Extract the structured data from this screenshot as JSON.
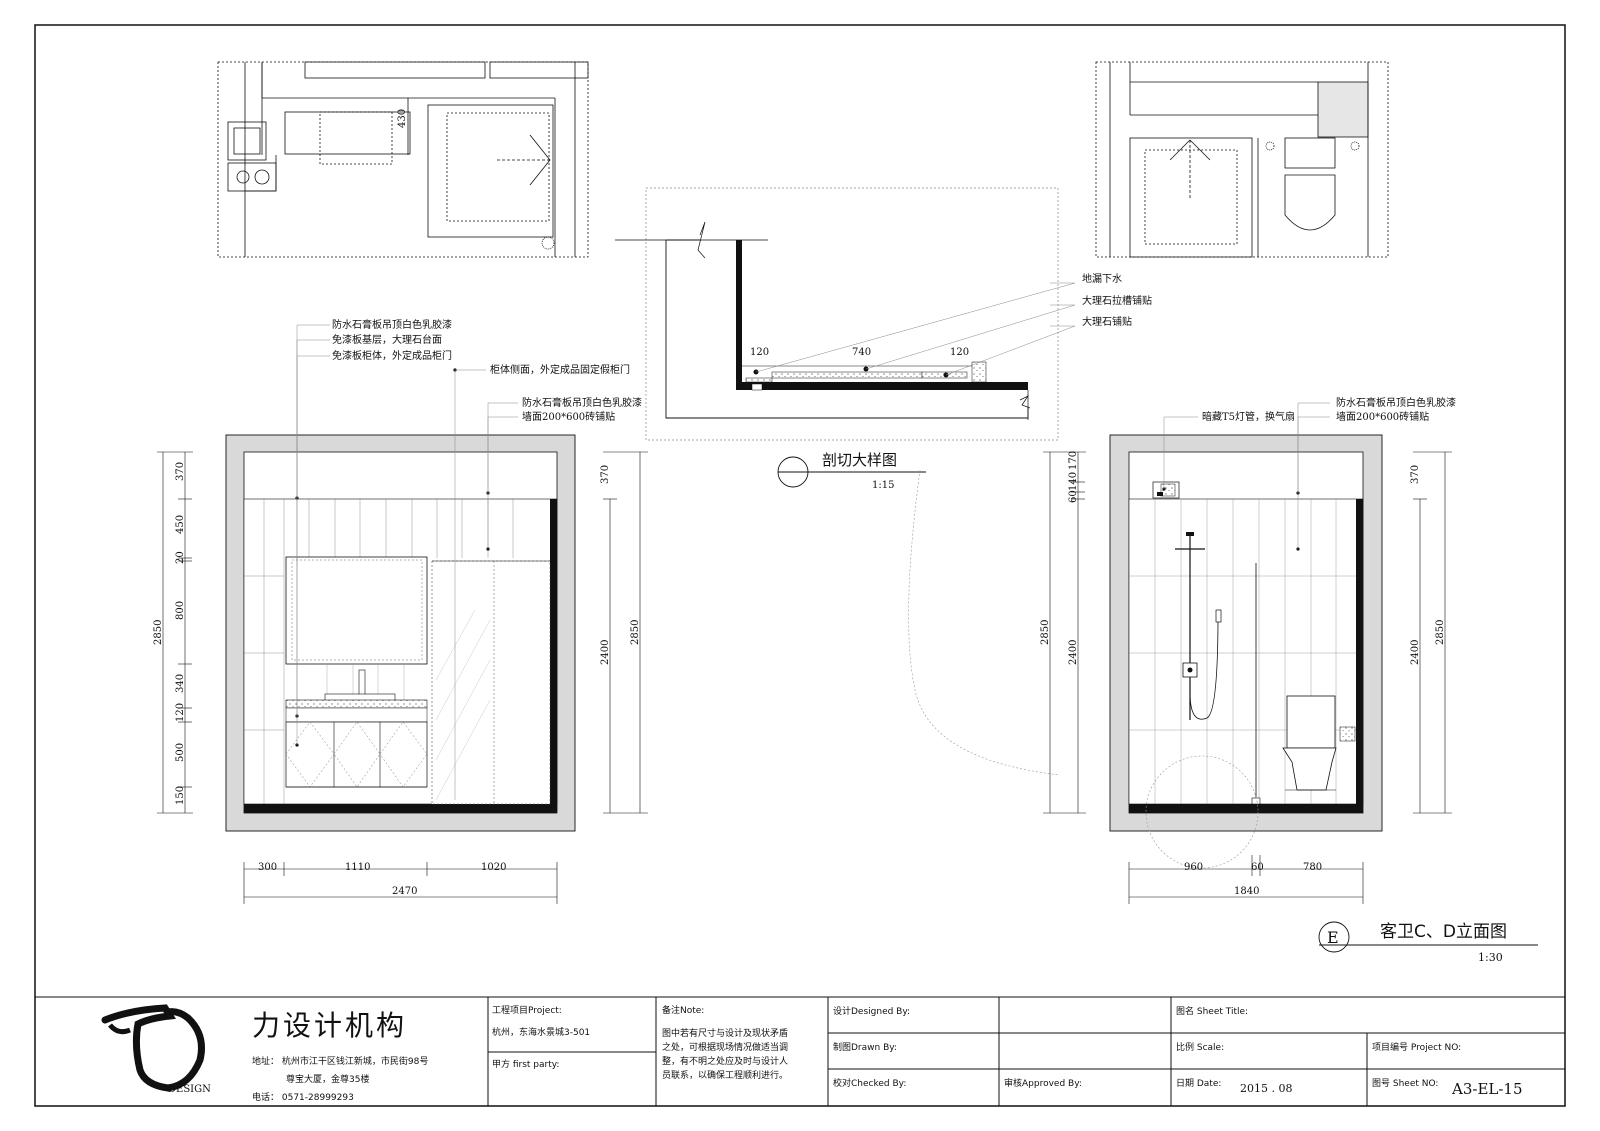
{
  "drawing": {
    "section_detail": {
      "title": "剖切大样图",
      "scale": "1:15",
      "labels": [
        "地漏下水",
        "大理石拉槽铺贴",
        "大理石铺贴"
      ],
      "dims": [
        "120",
        "740",
        "120"
      ]
    },
    "elevation_c": {
      "notes": [
        "防水石膏板吊顶白色乳胶漆",
        "免漆板基层，大理石台面",
        "免漆板柜体，外定成品柜门",
        "柜体侧面，外定成品固定假柜门",
        "防水石膏板吊顶白色乳胶漆",
        "墙面200*600砖铺贴"
      ],
      "dims_left": [
        "370",
        "450",
        "20",
        "800",
        "340",
        "120",
        "500",
        "150"
      ],
      "dim_left_total": "2850",
      "dim_right_inner": "2400",
      "dim_right_total": "2850",
      "dim_top_right": "370",
      "dims_bottom": [
        "300",
        "1110",
        "1020"
      ],
      "dim_bottom_total": "2470",
      "plan_dim": "430"
    },
    "elevation_d": {
      "notes": [
        "防水石膏板吊顶白色乳胶漆",
        "暗藏T5灯管，换气扇",
        "墙面200*600砖铺贴"
      ],
      "dims_left": [
        "170",
        "140",
        "60"
      ],
      "dim_left_total": "2850",
      "dim_left_inner": "2400",
      "dim_right_inner": "2400",
      "dim_right_total": "2850",
      "dim_top_right": "370",
      "dims_bottom": [
        "960",
        "60",
        "780"
      ],
      "dim_bottom_total": "1840"
    },
    "sheet_label": {
      "letter": "E",
      "title": "客卫C、D立面图",
      "scale": "1:30"
    }
  },
  "title_block": {
    "company": "力设计机构",
    "logo_sub": "DESIGN",
    "address1": "地址：  杭州市江干区钱江新城，市民街98号",
    "address2": "尊宝大厦，金尊35楼",
    "phone": "电话：  0571-28999293",
    "project_label": "工程项目Project:",
    "project_value": "杭州，东海水景城3-501",
    "client_label": "甲方  first party:",
    "note_label": "备注Note:",
    "note_text": [
      "图中若有尺寸与设计及现状矛盾",
      "之处，可根据现场情况做适当调",
      "整，有不明之处应及时与设计人",
      "员联系，以确保工程顺利进行。"
    ],
    "designed_by": "设计Designed By:",
    "drawn_by": "制图Drawn By:",
    "checked_by": "校对Checked By:",
    "approved_by": "审核Approved By:",
    "sheet_title_label": "图名 Sheet Title:",
    "scale_label": "比例 Scale:",
    "project_no_label": "项目编号 Project NO:",
    "date_label": "日期 Date:",
    "date_value": "2015 . 08",
    "sheet_no_label": "图号 Sheet NO:",
    "sheet_no_value": "A3-EL-15"
  }
}
